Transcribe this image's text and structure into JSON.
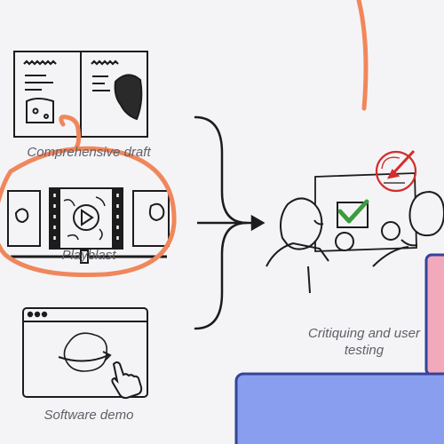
{
  "diagram": {
    "inputs": [
      {
        "id": "draft",
        "label": "Comprehensive draft"
      },
      {
        "id": "playblast",
        "label": "Playblast"
      },
      {
        "id": "demo",
        "label": "Software demo"
      }
    ],
    "output": {
      "label": "Critiquing and user testing"
    }
  },
  "colors": {
    "annotation": "#f0875c",
    "ink": "#1c1c1c",
    "check": "#3c9b3e",
    "target_red": "#d42d2d",
    "block_blue": "#8a9ef0",
    "block_border": "#34449a",
    "block_pink": "#f2a9bc"
  },
  "icons": [
    "doc-sketch-icon",
    "film-strip-icon",
    "play-icon",
    "browser-window-icon",
    "hand-pointer-icon",
    "checkmark-icon",
    "target-icon",
    "person-icon"
  ]
}
